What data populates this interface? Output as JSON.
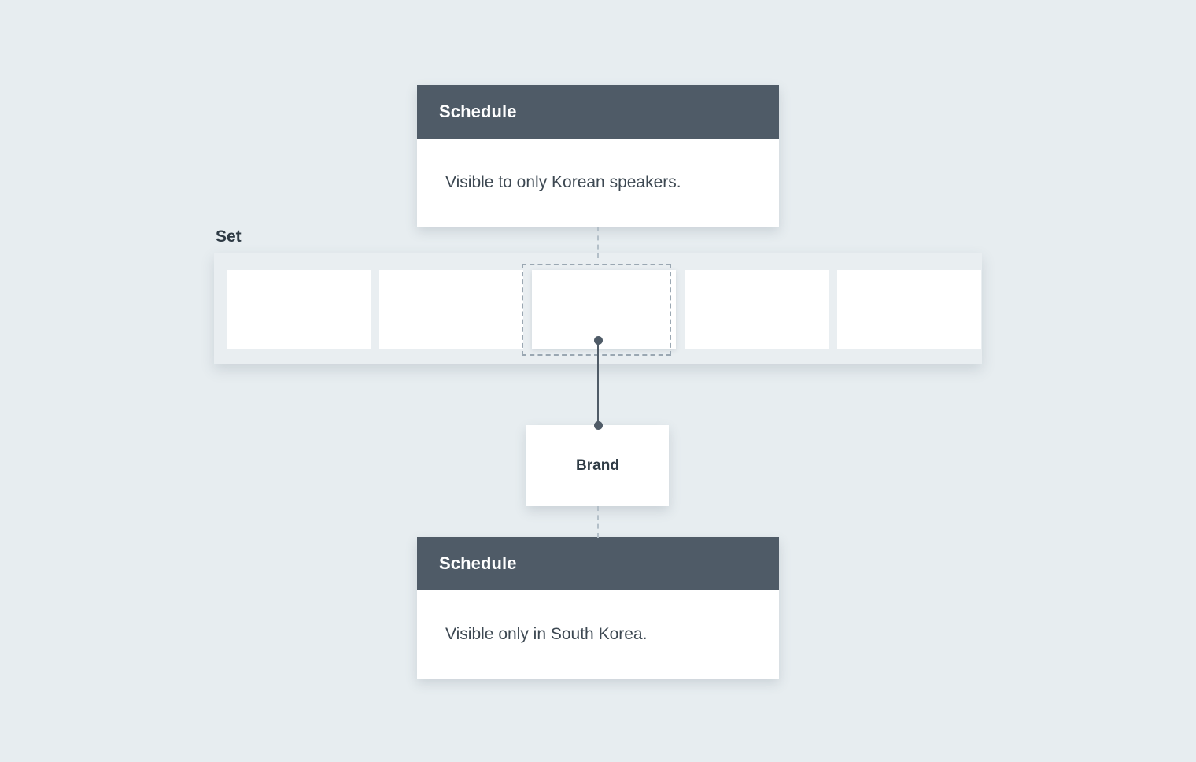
{
  "background_color": "#e7edf0",
  "accent_color": "#4f5b67",
  "group": {
    "label": "Set",
    "items": [
      {
        "name": "set-item-1",
        "selected": false
      },
      {
        "name": "set-item-2",
        "selected": false
      },
      {
        "name": "set-item-3",
        "selected": true
      },
      {
        "name": "set-item-4",
        "selected": false
      },
      {
        "name": "set-item-5",
        "selected": false
      }
    ]
  },
  "cards": {
    "top": {
      "header_title": "Schedule",
      "body_text": "Visible to only Korean speakers."
    },
    "bottom": {
      "header_title": "Schedule",
      "body_text": "Visible only in South Korea."
    }
  },
  "brand": {
    "label": "Brand"
  },
  "connectors": {
    "top": {
      "name": "connector-set-to-schedule-top",
      "style": "dashed"
    },
    "middle": {
      "name": "connector-set-item-to-brand",
      "style": "solid"
    },
    "bottom": {
      "name": "connector-brand-to-schedule-bottom",
      "style": "dashed"
    }
  }
}
